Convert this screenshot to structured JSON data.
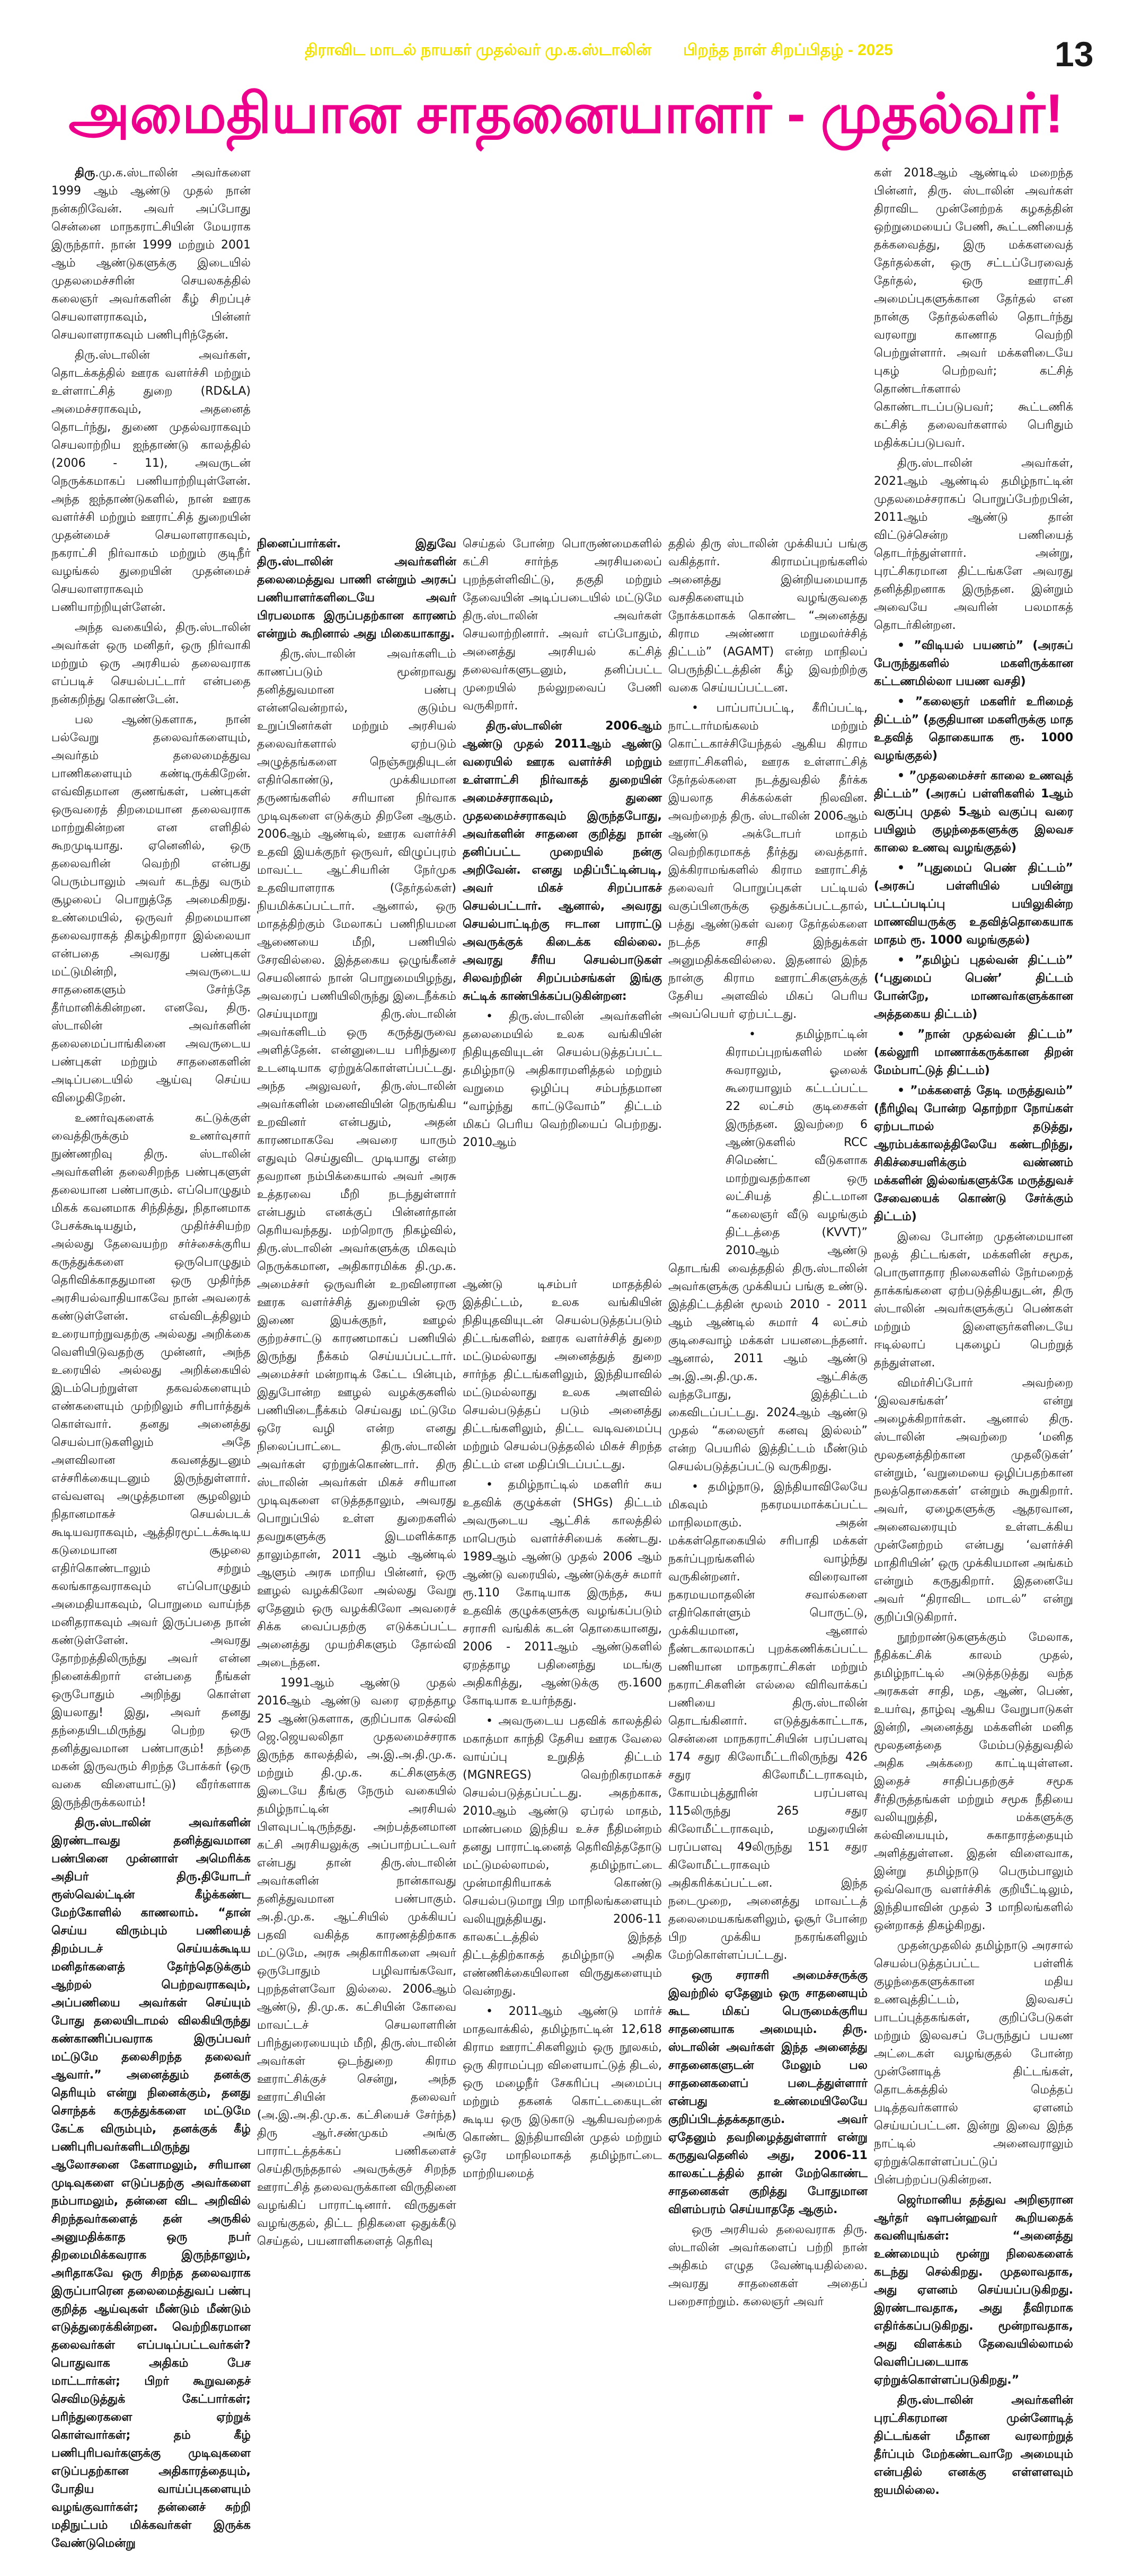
{
  "header": {
    "left": "திராவிட மாடல் நாயகர் முதல்வர் மு.க.ஸ்டாலின்",
    "right": "பிறந்த நாள் சிறப்பிதழ் - 2025",
    "page_number": "13",
    "title": "அமைதியான சாதனையாளர் - முதல்வர்!"
  },
  "colors": {
    "title": "#ec008c",
    "header": "#f2e200",
    "text": "#111111"
  },
  "article": {
    "lead": "திரு",
    "blocks": [
      {
        "paragraphs": [
          {
            "t": ".மு.க.ஸ்டாலின் அவர்களை 1999 ஆம் ஆண்டு முதல் நான் நன்கறிவேன். அவர் அப்போது சென்னை மாநகராட்சியின் மேயராக இருந்தார். நான் 1999 மற்றும் 2001 ஆம் ஆண்டுகளுக்கு இடையில் முதலமைச்சரின் செயலகத்தில் கலைஞர் அவர்களின் கீழ் சிறப்புச் செயலாளராகவும், பின்னர் செயலாளராகவும் பணிபுரிந்தேன்."
          },
          {
            "t": "திரு.ஸ்டாலின் அவர்கள், தொடக்கத்தில் ஊரக வளர்ச்சி மற்றும் உள்ளாட்சித் துறை (RD&LA) அமைச்சராகவும், அதனைத் தொடர்ந்து, துணை முதல்வராகவும் செயலாற்றிய ஐந்தாண்டு காலத்தில் (2006 - 11), அவருடன் நெருக்கமாகப் பணியாற்றியுள்ளேன். அந்த ஐந்தாண்டுகளில், நான் ஊரக வளர்ச்சி மற்றும் ஊராட்சித் துறையின் முதன்மைச் செயலாளராகவும், நகராட்சி நிர்வாகம் மற்றும் குடிநீர் வழங்கல் துறையின் முதன்மைச் செயலாளராகவும் பணியாற்றியுள்ளேன்."
          },
          {
            "t": "அந்த வகையில், திரு.ஸ்டாலின் அவர்கள் ஒரு மனிதர், ஒரு நிர்வாகி மற்றும் ஒரு அரசியல் தலைவராக எப்படிச் செயல்பட்டார் என்பதை நன்கறிந்து கொண்டேன்."
          },
          {
            "t": "பல ஆண்டுகளாக, நான் பல்வேறு தலைவர்களையும், அவர்தம் தலைமைத்துவ பாணிகளையும் கண்டிருக்கிறேன். எவ்விதமான குணங்கள், பண்புகள் ஒருவரைத் திறமையான தலைவராக மாற்றுகின்றன என எளிதில் கூறமுடியாது. ஏனெனில், ஒரு தலைவரின் வெற்றி என்பது பெரும்பாலும் அவர் கடந்து வரும் சூழலைப் பொறுத்தே அமைகிறது. உண்மையில், ஒருவர் திறமையான தலைவராகத் திகழ்கிறாரா இல்லையா என்பதை அவரது பண்புகள் மட்டுமின்றி, அவருடைய சாதனைகளும் சேர்ந்தே தீர்மானிக்கின்றன. எனவே, திரு. ஸ்டாலின் அவர்களின் தலைமைப்பாங்கினை அவருடைய பண்புகள் மற்றும் சாதனைகளின் அடிப்படையில் ஆய்வு செய்ய விழைகிறேன்."
          },
          {
            "t": "உணர்வுகளைக் கட்டுக்குள் வைத்திருக்கும் உணர்வுசார் நுண்ணறிவு திரு. ஸ்டாலின் அவர்களின் தலைசிறந்த பண்புகளுள் தலையான பண்பாகும். எப்பொழுதும் மிகக் கவனமாக சிந்தித்து, நிதானமாக பேசக்கூடியதும், முதிர்ச்சியற்ற அல்லது தேவையற்ற சர்ச்சைக்குரிய கருத்துக்களை ஒருபொழுதும் தெரிவிக்காததுமான ஒரு முதிர்ந்த அரசியல்வாதியாகவே நான் அவரைக் கண்டுள்ளேன். எவ்விடத்திலும் உரையாற்றுவதற்கு அல்லது அறிக்கை வெளியிடுவதற்கு முன்னர், அந்த உரையில் அல்லது அறிக்கையில் இடம்பெற்றுள்ள தகவல்களையும் எண்களையும் முற்றிலும் சரிபார்த்துக் கொள்வார். தனது அனைத்து செயல்பாடுகளிலும் அதே அளவிலான கவனத்துடனும் எச்சரிக்கையுடனும் இருந்துள்ளார். எவ்வளவு அழுத்தமான சூழலிலும் நிதானமாகச் செயல்படக் கூடியவராகவும், ஆத்திரமூட்டக்கூடிய கடுமையான சூழலை எதிர்கொண்டாலும் சற்றும் கலங்காதவராகவும் எப்பொழுதும் அமைதியாகவும், பொறுமை வாய்ந்த மனிதராகவும் அவர் இருப்பதை நான் கண்டுள்ளேன். அவரது தோற்றத்திலிருந்து அவர் என்ன நினைக்கிறார் என்பதை நீங்கள் ஒருபோதும் அறிந்து கொள்ள இயலாது! இது, அவர் தனது தந்தையிடமிருந்து பெற்ற ஒரு தனித்துவமான பண்பாகும்! தந்தை மகன் இருவரும் சிறந்த போக்கர் (ஒரு வகை விளையாட்டு) வீரர்களாக இருந்திருக்கலாம்!"
          },
          {
            "b": true,
            "t": "திரு.ஸ்டாலின் அவர்களின் இரண்டாவது தனித்துவமான பண்பினை முன்னாள் அமெரிக்க அதிபர் திரு.தியோடர் ரூஸ்வெல்ட்டின் கீழ்க்கண்ட மேற்கோளில் காணலாம். “தான் செய்ய விரும்பும் பணியைத் திறம்படச் செய்யக்கூடிய மனிதர்களைத் தேர்ந்தெடுக்கும் ஆற்றல் பெற்றவராகவும், அப்பணியை அவர்கள் செய்யும் போது தலையிடாமல் விலகியிருந்து கண்காணிப்பவராக இருப்பவர் மட்டுமே தலைசிறந்த தலைவர் ஆவார்.” அனைத்தும் தனக்கு தெரியும் என்று நினைக்கும், தனது சொந்தக் கருத்துக்களை மட்டுமே கேட்க விரும்பும், தனக்குக் கீழ் பணிபுரிபவர்களிடமிருந்து ஆலோசனை கேளாமலும், சரியான முடிவுகளை எடுப்பதற்கு அவர்களை நம்பாமலும், தன்னை விட அறிவில் சிறந்தவர்களைத் தன் அருகில் அனுமதிக்காத ஒரு நபர் திறமைமிக்கவராக இருந்தாலும், அரிதாகவே ஒரு சிறந்த தலைவராக இருப்பாரென தலைமைத்துவப் பண்பு குறித்த ஆய்வுகள் மீண்டும் மீண்டும் எடுத்துரைக்கின்றன. வெற்றிகரமான தலைவர்கள் எப்படிப்பட்டவர்கள்? பொதுவாக அதிகம் பேச மாட்டார்கள்; பிறர் கூறுவதைச் செவிமடுத்துக் கேட்பார்கள்; பரிந்துரைகளை ஏற்றுக் கொள்வார்கள்; தம் கீழ் பணிபுரிபவர்களுக்கு முடிவுகளை எடுப்பதற்கான அதிகாரத்தையும், போதிய வாய்ப்புகளையும் வழங்குவார்கள்; தன்னைச் சுற்றி மதிநுட்பம் மிக்கவர்கள் இருக்க வேண்டுமென்று"
          }
        ]
      },
      {
        "paragraphs": [
          {
            "b": true,
            "c": true,
            "t": "நினைப்பார்கள். இதுவே திரு.ஸ்டாலின் அவர்களின் தலைமைத்துவ பாணி என்றும் அரசுப் பணியாளர்களிடையே அவர் பிரபலமாக இருப்பதற்கான காரணம் என்றும் கூறினால் அது மிகையாகாது."
          },
          {
            "t": "திரு.ஸ்டாலின் அவர்களிடம் காணப்படும் மூன்றாவது தனித்துவமான பண்பு என்னவென்றால், குடும்ப உறுப்பினர்கள் மற்றும் அரசியல் தலைவர்களால் ஏற்படும் அழுத்தங்களை நெஞ்சுறுதியுடன் எதிர்கொண்டு, முக்கியமான தருணங்களில் சரியான நிர்வாக முடிவுகளை எடுக்கும் திறனே ஆகும். 2006ஆம் ஆண்டில், ஊரக வளர்ச்சி உதவி இயக்குநர் ஒருவர், விழுப்புரம் மாவட்ட ஆட்சியரின் நேர்முக உதவியாளராக (தேர்தல்கள்) நியமிக்கப்பட்டார். ஆனால், ஒரு மாதத்திற்கும் மேலாகப் பணிநியமன ஆணையை மீறி, பணியில் சேரவில்லை. இத்தகைய ஒழுங்கீனச் செயலினால் நான் பொறுமையிழந்து, அவரைப் பணியிலிருந்து இடைநீக்கம் செய்யுமாறு திரு.ஸ்டாலின் அவர்களிடம் ஒரு கருத்துருவை அளித்தேன். என்னுடைய பரிந்துரை உடனடியாக ஏற்றுக்கொள்ளப்பட்டது. அந்த அலுவலர், திரு.ஸ்டாலின் அவர்களின் மனைவியின் நெருங்கிய உறவினர் என்பதும், அதன் காரணமாகவே அவரை யாரும் எதுவும் செய்துவிட முடியாது என்ற தவறான நம்பிக்கையால் அவர் அரசு உத்தரவை மீறி நடந்துள்ளார் என்பதும் எனக்குப் பின்னர்தான் தெரியவந்தது. மற்றொரு நிகழ்வில், திரு.ஸ்டாலின் அவர்களுக்கு மிகவும் நெருக்கமான, அதிகாரமிக்க தி.மு.க. அமைச்சர் ஒருவரின் உறவினரான ஊரக வளர்ச்சித் துறையின் ஒரு இணை இயக்குநர், ஊழல் குற்றச்சாட்டு காரணமாகப் பணியில் இருந்து நீக்கம் செய்யப்பட்டார். அமைச்சர் மன்றாடிக் கேட்ட பின்பும், இதுபோன்ற ஊழல் வழக்குகளில் பணியிடைநீக்கம் செய்வது மட்டுமே ஒரே வழி என்ற எனது நிலைப்பாட்டை திரு.ஸ்டாலின் அவர்கள் ஏற்றுக்கொண்டார். திரு ஸ்டாலின் அவர்கள் மிகச் சரியான முடிவுகளை எடுத்ததாலும், அவரது பொறுப்பில் உள்ள துறைகளில் தவறுகளுக்கு இடமளிக்காத தாலும்தான், 2011 ஆம் ஆண்டில் ஆளும் அரசு மாறிய பின்னர், ஒரு ஊழல் வழக்கிலோ அல்லது வேறு ஏதேனும் ஒரு வழக்கிலோ அவரைச் சிக்க வைப்பதற்கு எடுக்கப்பட்ட அனைத்து முயற்சிகளும் தோல்வி அடைந்தன."
          },
          {
            "t": "1991ஆம் ஆண்டு முதல் 2016ஆம் ஆண்டு வரை ஏறத்தாழ 25 ஆண்டுகளாக, குறிப்பாக செல்வி ஜெ.ஜெயலலிதா முதலமைச்சராக இருந்த காலத்தில், அ.இ.அ.தி.மு.க. மற்றும் தி.மு.க. கட்சிகளுக்கு இடையே தீங்கு நேரும் வகையில் தமிழ்நாட்டின் அரசியல் பிளவுபட்டிருந்தது. அற்பத்தனமான கட்சி அரசியலுக்கு அப்பாற்பட்டவர் என்பது தான் திரு.ஸ்டாலின் அவர்களின் நான்காவது தனித்துவமான பண்பாகும். அ.தி.மு.க. ஆட்சியில் முக்கியப் பதவி வகித்த காரணத்திற்காக மட்டுமே, அரசு அதிகாரிகளை அவர் ஒருபோதும் பழிவாங்கவோ, புறந்தள்ளவோ இல்லை. 2006ஆம் ஆண்டு, தி.மு.க. கட்சியின் கோவை மாவட்டச் செயலாளரின் பரிந்துரையையும் மீறி, திரு.ஸ்டாலின் அவர்கள் ஒடந்துறை கிராம ஊராட்சிக்குச் சென்று, அந்த ஊராட்சியின் தலைவர் (அ.இ.அ.தி.மு.க. கட்சியைச் சேர்ந்த) திரு ஆர்.சண்முகம் அங்கு பாராட்டத்தக்கப் பணிகளைச் செய்திருந்ததால் அவருக்குச் சிறந்த ஊராட்சித் தலைவருக்கான விருதினை வழங்கிப் பாராட்டினார். விருதுகள் வழங்குதல், திட்ட நிதிகளை ஒதுக்கீடு செய்தல், பயனாளிகளைத் தெரிவு"
          }
        ]
      },
      {
        "paragraphs": [
          {
            "c": true,
            "t": "செய்தல் போன்ற பொருண்மைகளில் கட்சி சார்ந்த அரசியலைப் புறந்தள்ளிவிட்டு, தகுதி மற்றும் தேவையின் அடிப்படையில் மட்டுமே திரு.ஸ்டாலின் அவர்கள் செயலாற்றினார். அவர் எப்போதும், அனைத்து அரசியல் கட்சித் தலைவர்களுடனும், தனிப்பட்ட முறையில் நல்லுறவைப் பேணி வருகிறார்."
          },
          {
            "b": true,
            "t": "திரு.ஸ்டாலின் 2006ஆம் ஆண்டு முதல் 2011ஆம் ஆண்டு வரையில் ஊரக வளர்ச்சி மற்றும் உள்ளாட்சி நிர்வாகத் துறையின் அமைச்சராகவும், துணை முதலமைச்சராகவும் இருந்தபோது, அவர்களின் சாதனை குறித்து நான் தனிப்பட்ட முறையில் நன்கு அறிவேன். எனது மதிப்பீட்டின்படி, அவர் மிகச் சிறப்பாகச் செயல்பட்டார். ஆனால், அவரது செயல்பாட்டிற்கு ஈடான பாராட்டு அவருக்குக் கிடைக்க வில்லை. அவரது சீரிய செயல்பாடுகள் சிலவற்றின் சிறப்பம்சங்கள் இங்கு சுட்டிக் காண்பிக்கப்படுகின்றன:"
          },
          {
            "t": "• திரு.ஸ்டாலின் அவர்களின் தலைமையில் உலக வங்கியின் நிதியுதவியுடன் செயல்படுத்தப்பட்ட தமிழ்நாடு அதிகாரமளித்தல் மற்றும் வறுமை ஒழிப்பு சம்பந்தமான “வாழ்ந்து காட்டுவோம்” திட்டம் மிகப் பெரிய வெற்றியைப் பெற்றது. 2010ஆம்"
          }
        ]
      },
      {
        "paragraphs": [
          {
            "c": true,
            "t": "ஆண்டு டிசம்பர் மாதத்தில் இத்திட்டம், உலக வங்கியின் நிதியுதவியுடன் செயல்படுத்தப்படும் திட்டங்களில், ஊரக வளர்ச்சித் துறை மட்டுமல்லாது அனைத்துத் துறை சார்ந்த திட்டங்களிலும், இந்தியாவில் மட்டுமல்லாது உலக அளவில் செயல்படுத்தப் படும் அனைத்து திட்டங்களிலும், திட்ட வடிவமைப்பு மற்றும் செயல்படுத்தலில் மிகச் சிறந்த திட்டம் என மதிப்பிடப்பட்டது."
          },
          {
            "t": "• தமிழ்நாட்டில் மகளிர் சுய உதவிக் குழுக்கள் (SHGs) திட்டம் அவருடைய ஆட்சிக் காலத்தில் மாபெரும் வளர்ச்சியைக் கண்டது. 1989ஆம் ஆண்டு முதல் 2006 ஆம் ஆண்டு வரையில், ஆண்டுக்குச் சுமார் ரூ.110 கோடியாக இருந்த, சுய உதவிக் குழுக்களுக்கு வழங்கப்படும் சராசரி வங்கிக் கடன் தொகையானது, 2006 - 2011ஆம் ஆண்டுகளில் ஏறத்தாழ பதினைந்து மடங்கு அதிகரித்து, ஆண்டுக்கு ரூ.1600 கோடியாக உயர்ந்தது."
          },
          {
            "t": "• அவருடைய பதவிக் காலத்தில் மகாத்மா காந்தி தேசிய ஊரக வேலை வாய்ப்பு உறுதித் திட்டம் (MGNREGS) வெற்றிகரமாகச் செயல்படுத்தப்பட்டது. அதற்காக, 2010ஆம் ஆண்டு ஏப்ரல் மாதம், மாண்பமை இந்திய உச்ச நீதிமன்றம் தனது பாராட்டினைத் தெரிவித்ததோடு மட்டுமல்லாமல், தமிழ்நாட்டை முன்மாதிரியாகக் கொண்டு செயல்படுமாறு பிற மாநிலங்களையும் வலியுறுத்தியது. 2006-11 காலகட்டத்தில் இந்தத் திட்டத்திற்காகத் தமிழ்நாடு அதிக எண்ணிக்கையிலான விருதுகளையும் வென்றது."
          },
          {
            "t": "• 2011ஆம் ஆண்டு மார்ச் மாதவாக்கில், தமிழ்நாட்டின் 12,618 கிராம ஊராட்சிகளிலும் ஒரு நூலகம், ஒரு கிராமப்புற விளையாட்டுத் திடல், ஒரு மழைநீர் சேகரிப்பு அமைப்பு மற்றும் தகனக் கொட்டகையுடன் கூடிய ஒரு இடுகாடு ஆகியவற்றைக் கொண்ட இந்தியாவின் முதல் மற்றும் ஒரே மாநிலமாகத் தமிழ்நாட்டை மாற்றியமைத்"
          }
        ]
      },
      {
        "paragraphs": [
          {
            "c": true,
            "t": "ததில் திரு ஸ்டாலின் முக்கியப் பங்கு வகித்தார். கிராமப்புறங்களில் அனைத்து இன்றியமையாத வசதிகளையும் வழங்குவதை நோக்கமாகக் கொண்ட “அனைத்து கிராம அண்ணா மறுமலர்ச்சித் திட்டம்” (AGAMT) என்ற மாநிலப் பெருந்திட்டத்தின் கீழ் இவற்றிற்கு வகை செய்யப்பட்டன."
          },
          {
            "t": "• பாப்பாப்பட்டி, கீரிப்பட்டி, நாட்டார்மங்கலம் மற்றும் கொட்டகாச்சியேந்தல் ஆகிய கிராம ஊராட்சிகளில், ஊரக உள்ளாட்சித் தேர்தல்களை நடத்துவதில் தீர்க்க இயலாத சிக்கல்கள் நிலவின. அவற்றைத் திரு. ஸ்டாலின் 2006ஆம் ஆண்டு அக்டோபர் மாதம் வெற்றிகரமாகத் தீர்த்து வைத்தார். இக்கிராமங்களில் கிராம ஊராட்சித் தலைவர் பொறுப்புகள் பட்டியல் வகுப்பினருக்கு ஒதுக்கப்பட்டதால், பத்து ஆண்டுகள் வரை தேர்தல்களை நடத்த சாதி இந்துக்கள் அனுமதிக்கவில்லை. இதனால் இந்த நான்கு கிராம ஊராட்சிகளுக்குத் தேசிய அளவில் மிகப் பெரிய அவப்பெயர் ஏற்பட்டது."
          },
          {
            "t": "• தமிழ்நாட்டின் கிராமப்புறங்களில் மண் சுவராலும், ஓலைக் கூரையாலும் கட்டப்பட்ட 22 லட்சம் குடிசைகள் இருந்தன. இவற்றை 6 ஆண்டுகளில் RCC சிமெண்ட் வீடுகளாக மாற்றுவதற்கான ஒரு லட்சியத் திட்டமான “கலைஞர் வீடு வழங்கும் திட்டத்தை (KVVT)” 2010ஆம் ஆண்டு தொடங்கி வைத்ததில் திரு.ஸ்டாலின் அவர்களுக்கு முக்கியப் பங்கு உண்டு. இத்திட்டத்தின் மூலம் 2010 - 2011 ஆம் ஆண்டில் சுமார் 4 லட்சம் குடிசைவாழ் மக்கள் பயனடைந்தனர். ஆனால், 2011 ஆம் ஆண்டு அ.இ.அ.தி.மு.க. ஆட்சிக்கு வந்தபோது, இத்திட்டம் கைவிடப்பட்டது. 2024ஆம் ஆண்டு முதல் “கலைஞர் கனவு இல்லம்” என்ற பெயரில் இத்திட்டம் மீண்டும் செயல்படுத்தப்பட்டு வருகிறது."
          },
          {
            "t": "• தமிழ்நாடு, இந்தியாவிலேயே மிகவும் நகரமயமாக்கப்பட்ட மாநிலமாகும். அதன் மக்கள்தொகையில் சரிபாதி மக்கள் நகர்ப்புறங்களில் வாழ்ந்து வருகின்றனர். விரைவான நகரமயமாதலின் சவால்களை எதிர்கொள்ளும் பொருட்டு, முக்கியமான, ஆனால் நீண்டகாலமாகப் புறக்கணிக்கப்பட்ட பணியான மாநகராட்சிகள் மற்றும் நகராட்சிகளின் எல்லை விரிவாக்கப் பணியை திரு.ஸ்டாலின் தொடங்கினார். எடுத்துக்காட்டாக, சென்னை மாநகராட்சியின் பரப்பளவு 174 சதுர கிலோமீட்டரிலிருந்து 426 சதுர கிலோமீட்டராகவும், கோயம்புத்தூரின் பரப்பளவு 115லிருந்து 265 சதுர கிலோமீட்டராகவும், மதுரையின் பரப்பளவு 49லிருந்து 151 சதுர கிலோமீட்டராகவும் அதிகரிக்கப்பட்டன. இந்த நடைமுறை, அனைத்து மாவட்டத் தலைமையகங்களிலும், ஓசூர் போன்ற பிற முக்கிய நகரங்களிலும் மேற்கொள்ளப்பட்டது."
          },
          {
            "b": true,
            "t": "ஒரு சராசரி அமைச்சருக்கு இவற்றில் ஏதேனும் ஒரு சாதனையும் கூட மிகப் பெருமைக்குரிய சாதனையாக அமையும். திரு. ஸ்டாலின் அவர்கள் இந்த அனைத்து சாதனைகளுடன் மேலும் பல சாதனைகளைப் படைத்துள்ளார் என்பது உண்மையிலேயே குறிப்பிடத்தக்கதாகும். அவர் ஏதேனும் தவறிழைத்துள்ளார் என்று கருதுவதெனில் அது, 2006-11 காலகட்டத்தில் தான் மேற்கொண்ட சாதனைகள் குறித்து போதுமான விளம்பரம் செய்யாததே ஆகும்."
          },
          {
            "t": "ஒரு அரசியல் தலைவராக திரு. ஸ்டாலின் அவர்களைப் பற்றி நான் அதிகம் எழுத வேண்டியதில்லை. அவரது சாதனைகள் அதைப் பறைசாற்றும். கலைஞர் அவர்"
          }
        ]
      },
      {
        "paragraphs": [
          {
            "c": true,
            "t": "கள் 2018ஆம் ஆண்டில் மறைந்த பின்னர், திரு. ஸ்டாலின் அவர்கள் திராவிட முன்னேற்றக் கழகத்தின் ஒற்றுமையைப் பேணி, கூட்டணியைத் தக்கவைத்து, இரு மக்களவைத் தேர்தல்கள், ஒரு சட்டப்பேரவைத் தேர்தல், ஒரு ஊராட்சி அமைப்புகளுக்கான தேர்தல் என நான்கு தேர்தல்களில் தொடர்ந்து வரலாறு காணாத வெற்றி பெற்றுள்ளார். அவர் மக்களிடையே புகழ் பெற்றவர்; கட்சித் தொண்டர்களால் கொண்டாடப்படுபவர்; கூட்டணிக் கட்சித் தலைவர்களால் பெரிதும் மதிக்கப்படுபவர்."
          },
          {
            "t": "திரு.ஸ்டாலின் அவர்கள், 2021ஆம் ஆண்டில் தமிழ்நாட்டின் முதலமைச்சராகப் பொறுப்பேற்றபின், 2011ஆம் ஆண்டு தான் விட்டுச்சென்ற பணியைத் தொடர்ந்துள்ளார். அன்று, புரட்சிகரமான திட்டங்களே அவரது தனித்திறனாக இருந்தன. இன்றும் அவையே அவரின் பலமாகத் தொடர்கின்றன."
          },
          {
            "b": true,
            "t": "• ”விடியல் பயணம்” (அரசுப் பேருந்துகளில் மகளிருக்கான கட்டணமில்லா பயண வசதி)"
          },
          {
            "b": true,
            "t": "• ”கலைஞர் மகளிர் உரிமைத் திட்டம்” (தகுதியான மகளிருக்கு மாத உதவித் தொகையாக ரூ. 1000 வழங்குதல்)"
          },
          {
            "b": true,
            "t": "• ”முதலமைச்சர் காலை உணவுத் திட்டம்” (அரசுப் பள்ளிகளில் 1ஆம் வகுப்பு முதல் 5ஆம் வகுப்பு வரை பயிலும் குழந்தைகளுக்கு இலவச காலை உணவு வழங்குதல்)"
          },
          {
            "b": true,
            "t": "• ”புதுமைப் பெண் திட்டம்” (அரசுப் பள்ளியில் பயின்று பட்டப்படிப்பு பயிலுகின்ற மாணவியருக்கு உதவித்தொகையாக மாதம் ரூ. 1000 வழங்குதல்)"
          },
          {
            "b": true,
            "t": "• ”தமிழ்ப் புதல்வன் திட்டம்” (‘புதுமைப் பெண்’ திட்டம் போன்றே, மாணவர்களுக்கான அத்தகைய திட்டம்)"
          },
          {
            "b": true,
            "t": "• ”நான் முதல்வன் திட்டம்” (கல்லூரி மாணாக்கருக்கான திறன் மேம்பாட்டுத் திட்டம்)"
          },
          {
            "b": true,
            "t": "• ”மக்களைத் தேடி மருத்துவம்” (நீரிழிவு போன்ற தொற்றா நோய்கள் ஏற்படாமல் தடுத்து, ஆரம்பக்காலத்திலேயே கண்டறிந்து, சிகிச்சையளிக்கும் வண்ணம் மக்களின் இல்லங்களுக்கே மருத்துவச் சேவையைக் கொண்டு சேர்க்கும் திட்டம்)"
          },
          {
            "t": "இவை போன்ற முதன்மையான நலத் திட்டங்கள், மக்களின் சமூக, பொருளாதார நிலைகளில் நேர்மறைத் தாக்கங்களை ஏற்படுத்தியதுடன், திரு ஸ்டாலின் அவர்களுக்குப் பெண்கள் மற்றும் இளைஞர்களிடையே ஈடில்லாப் புகழைப் பெற்றுத் தந்துள்ளன."
          },
          {
            "t": "விமர்சிப்போர் அவற்றை ‘இலவசங்கள்’ என்று அழைக்கிறார்கள். ஆனால் திரு. ஸ்டாலின் அவற்றை ‘மனித மூலதனத்திற்கான முதலீடுகள்’ என்றும், ‘வறுமையை ஒழிப்பதற்கான நலத்தொகைகள்’ என்றும் கூறுகிறார். அவர், ஏழைகளுக்கு ஆதரவான, அனைவரையும் உள்ளடக்கிய முன்னேற்றம் என்பது ‘வளர்ச்சி மாதிரியின்’ ஒரு முக்கியமான அங்கம் என்றும் கருதுகிறார். இதனையே அவர் “திராவிட மாடல்” என்று குறிப்பிடுகிறார்."
          },
          {
            "t": "நூற்றாண்டுகளுக்கும் மேலாக, நீதிக்கட்சிக் காலம் முதல், தமிழ்நாட்டில் அடுத்தடுத்து வந்த அரசுகள் சாதி, மத, ஆண், பெண், உயர்வு, தாழ்வு ஆகிய வேறுபாடுகள் இன்றி, அனைத்து மக்களின் மனித மூலதனத்தை மேம்படுத்துவதில் அதிக அக்கறை காட்டியுள்ளன. இதைச் சாதிப்பதற்குச் சமூக சீர்திருத்தங்கள் மற்றும் சமூக நீதியை வலியுறுத்தி, மக்களுக்கு கல்வியையும், சுகாதாரத்தையும் அளித்துள்ளன. இதன் விளைவாக, இன்று தமிழ்நாடு பெரும்பாலும் ஒவ்வொரு வளர்ச்சிக் குறியீட்டிலும், இந்தியாவின் முதல் 3 மாநிலங்களில் ஒன்றாகத் திகழ்கிறது."
          },
          {
            "t": "முதன்முதலில் தமிழ்நாடு அரசால் செயல்படுத்தப்பட்ட பள்ளிக் குழந்தைகளுக்கான மதிய உணவுத்திட்டம், இலவசப் பாடப்புத்தகங்கள், குறிப்பேடுகள் மற்றும் இலவசப் பேருந்துப் பயண அட்டைகள் வழங்குதல் போன்ற முன்னோடித் திட்டங்கள், தொடக்கத்தில் மெத்தப் படித்தவர்களால் ஏளனம் செய்யப்பட்டன. இன்று இவை இந்த நாட்டில் அனைவராலும் ஏற்றுக்கொள்ளப்பட்டுப் பின்பற்றப்படுகின்றன."
          },
          {
            "b": true,
            "t": "ஜெர்மானிய தத்துவ அறிஞரான ஆர்தர் ஷாபன்ஹவர் கூறியதைக் கவனியுங்கள்: “அனைத்து உண்மையும் மூன்று நிலைகளைக் கடந்து செல்கிறது. முதலாவதாக, அது ஏளனம் செய்யப்படுகிறது. இரண்டாவதாக, அது தீவிரமாக எதிர்க்கப்படுகிறது. மூன்றாவதாக, அது விளக்கம் தேவையில்லாமல் வெளிப்படையாக ஏற்றுக்கொள்ளப்படுகிறது.”"
          },
          {
            "b": true,
            "t": "திரு.ஸ்டாலின் அவர்களின் புரட்சிகரமான முன்னோடித் திட்டங்கள் மீதான வரலாற்றுத் தீர்ப்பும் மேற்கண்டவாறே அமையும் என்பதில் எனக்கு எள்ளளவும் ஐயமில்லை."
          }
        ]
      }
    ]
  }
}
